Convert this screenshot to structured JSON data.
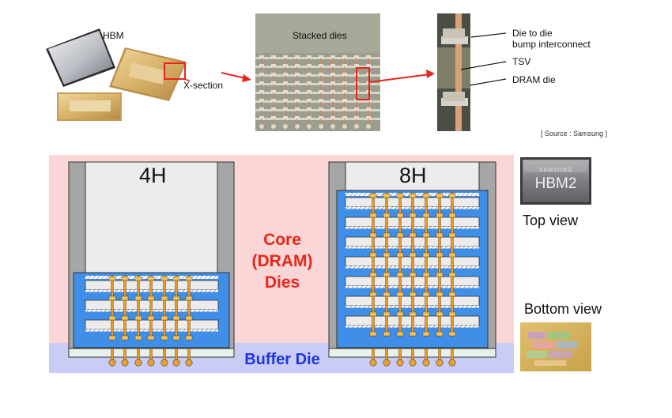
{
  "top": {
    "hbm_label": "HBM",
    "xsection_label": "X-section",
    "stacked_dies_label": "Stacked dies",
    "die_to_die_line1": "Die to die",
    "die_to_die_line2": "bump interconnect",
    "tsv_label": "TSV",
    "dram_die_label": "DRAM die",
    "source": "[ Source : Samsung ]"
  },
  "diagram": {
    "stack_4h_label": "4H",
    "stack_8h_label": "8H",
    "core_line1": "Core",
    "core_line2": "(DRAM)",
    "core_line3": "Dies",
    "buffer_label": "Buffer Die",
    "chip_brand": "SAMSUNG",
    "chip_model": "HBM2",
    "top_view_label": "Top view",
    "bottom_view_label": "Bottom view"
  },
  "colors": {
    "core_band": "#fbd6d6",
    "buffer_band": "#c9cdf6",
    "die_blue": "#3f8ee8",
    "accent_red": "#e8261b",
    "buffer_text": "#1f35e0",
    "tsv_orange": "#e89a2b"
  }
}
